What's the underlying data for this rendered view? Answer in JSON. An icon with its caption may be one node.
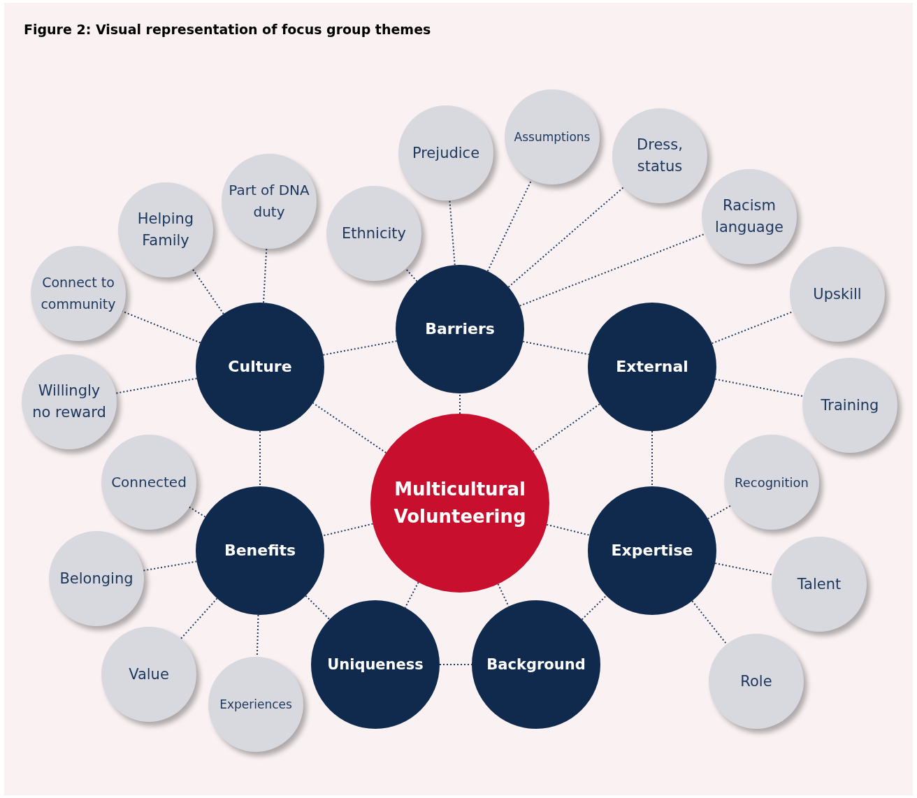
{
  "diagram": {
    "title": "Figure 2: Visual representation of focus group themes",
    "nodes": [
      {
        "text": [
          "Multicultural Volunteering"
        ]
      },
      {
        "text": [
          "Barriers"
        ]
      },
      {
        "text": [
          "Culture"
        ]
      },
      {
        "text": [
          "External"
        ]
      },
      {
        "text": [
          "Benefits"
        ]
      },
      {
        "text": [
          "Expertise"
        ]
      },
      {
        "text": [
          "Uniqueness"
        ]
      },
      {
        "text": [
          "Background"
        ]
      },
      {
        "text": [
          "Ethnicity"
        ]
      },
      {
        "text": [
          "Prejudice"
        ]
      },
      {
        "text": [
          "Assumptions"
        ]
      },
      {
        "text": [
          "Dress, status"
        ]
      },
      {
        "text": [
          "Racism language"
        ]
      },
      {
        "text": [
          "Part of DNA duty"
        ]
      },
      {
        "text": [
          "Helping Family"
        ]
      },
      {
        "text": [
          "Connect to community"
        ]
      },
      {
        "text": [
          "Willingly no reward"
        ]
      },
      {
        "text": [
          "Upskill"
        ]
      },
      {
        "text": [
          "Training"
        ]
      },
      {
        "text": [
          "Connected"
        ]
      },
      {
        "text": [
          "Belonging"
        ]
      },
      {
        "text": [
          "Value"
        ]
      },
      {
        "text": [
          "Experiences"
        ]
      },
      {
        "text": [
          "Recognition"
        ]
      },
      {
        "text": [
          "Talent"
        ]
      },
      {
        "text": [
          "Role"
        ]
      }
    ],
    "edges": [
      {
        "from": 0,
        "to": 1,
        "arrow": "none"
      },
      {
        "from": 0,
        "to": 2,
        "arrow": "none"
      },
      {
        "from": 0,
        "to": 3,
        "arrow": "none"
      },
      {
        "from": 0,
        "to": 4,
        "arrow": "none"
      },
      {
        "from": 0,
        "to": 5,
        "arrow": "none"
      },
      {
        "from": 0,
        "to": 6,
        "arrow": "none"
      },
      {
        "from": 0,
        "to": 7,
        "arrow": "none"
      },
      {
        "from": 1,
        "to": 2,
        "arrow": "none"
      },
      {
        "from": 1,
        "to": 3,
        "arrow": "none"
      },
      {
        "from": 2,
        "to": 4,
        "arrow": "none"
      },
      {
        "from": 3,
        "to": 5,
        "arrow": "none"
      },
      {
        "from": 4,
        "to": 6,
        "arrow": "none"
      },
      {
        "from": 6,
        "to": 7,
        "arrow": "none"
      },
      {
        "from": 7,
        "to": 5,
        "arrow": "none"
      },
      {
        "from": 1,
        "to": 8,
        "arrow": "none"
      },
      {
        "from": 1,
        "to": 9,
        "arrow": "none"
      },
      {
        "from": 1,
        "to": 10,
        "arrow": "none"
      },
      {
        "from": 1,
        "to": 11,
        "arrow": "none"
      },
      {
        "from": 1,
        "to": 12,
        "arrow": "none"
      },
      {
        "from": 2,
        "to": 13,
        "arrow": "none"
      },
      {
        "from": 2,
        "to": 14,
        "arrow": "none"
      },
      {
        "from": 2,
        "to": 15,
        "arrow": "none"
      },
      {
        "from": 2,
        "to": 16,
        "arrow": "none"
      },
      {
        "from": 3,
        "to": 17,
        "arrow": "none"
      },
      {
        "from": 3,
        "to": 18,
        "arrow": "none"
      },
      {
        "from": 4,
        "to": 19,
        "arrow": "none"
      },
      {
        "from": 4,
        "to": 20,
        "arrow": "none"
      },
      {
        "from": 4,
        "to": 21,
        "arrow": "none"
      },
      {
        "from": 4,
        "to": 22,
        "arrow": "none"
      },
      {
        "from": 5,
        "to": 23,
        "arrow": "none"
      },
      {
        "from": 5,
        "to": 24,
        "arrow": "none"
      },
      {
        "from": 5,
        "to": 25,
        "arrow": "none"
      }
    ]
  }
}
